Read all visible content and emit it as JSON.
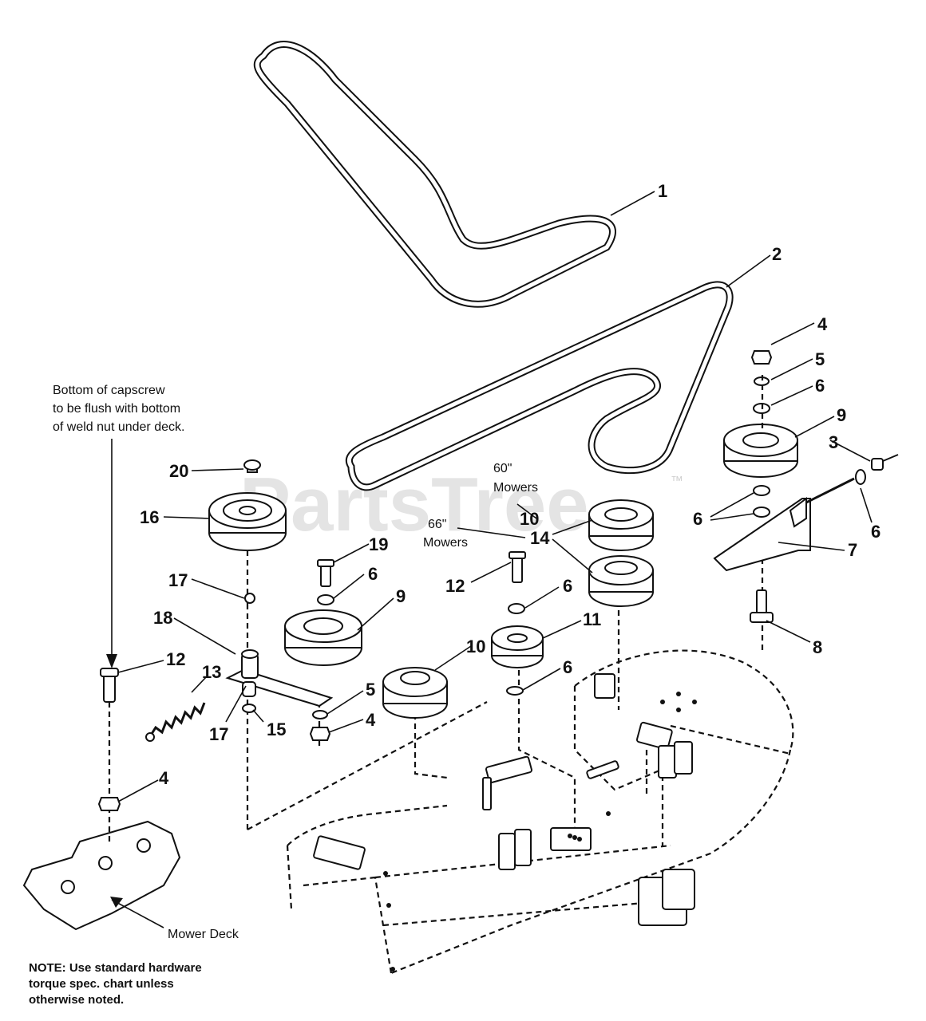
{
  "watermark": {
    "text": "PartsTree",
    "trademark": "™"
  },
  "notes": {
    "capscrew_line1": "Bottom of capscrew",
    "capscrew_line2": "to be flush with bottom",
    "capscrew_line3": "of weld nut under deck.",
    "mower_deck": "Mower Deck",
    "torque_line1": "NOTE: Use standard hardware",
    "torque_line2": "torque spec. chart unless",
    "torque_line3": "otherwise noted."
  },
  "variants": {
    "sixty_line1": "60\"",
    "sixty_line2": "Mowers",
    "sixtysix_line1": "66\"",
    "sixtysix_line2": "Mowers"
  },
  "callouts": {
    "c1": "1",
    "c2": "2",
    "c3": "3",
    "c4a": "4",
    "c4b": "4",
    "c4c": "4",
    "c5a": "5",
    "c5b": "5",
    "c6a": "6",
    "c6b": "6",
    "c6c": "6",
    "c6d": "6",
    "c6e": "6",
    "c6f": "6",
    "c7": "7",
    "c8": "8",
    "c9a": "9",
    "c9b": "9",
    "c10a": "10",
    "c10b": "10",
    "c11": "11",
    "c12a": "12",
    "c12b": "12",
    "c13": "13",
    "c14": "14",
    "c15": "15",
    "c16": "16",
    "c17a": "17",
    "c17b": "17",
    "c18": "18",
    "c19": "19",
    "c20": "20"
  }
}
